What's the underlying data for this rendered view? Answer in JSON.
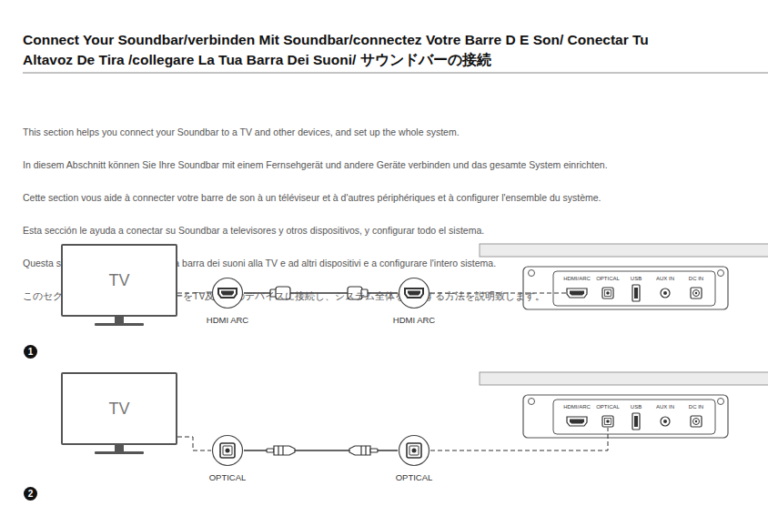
{
  "diagram": {
    "title": "Connect Your Soundbar/verbinden Mit Soundbar/connectez Votre Barre D E Son/ Conectar Tu Altavoz De Tira /collegare La Tua Barra Dei Suoni/ サウンドバーの接続",
    "nodes": [
      {
        "text": [
          "TV"
        ]
      },
      {
        "text": [
          "HDMI ARC"
        ]
      },
      {
        "text": [
          "HDMI ARC"
        ]
      },
      {
        "text": [
          "HDMI/ARC"
        ]
      },
      {
        "text": [
          "OPTICAL"
        ]
      },
      {
        "text": [
          "USB"
        ]
      },
      {
        "text": [
          "AUX IN"
        ]
      },
      {
        "text": [
          "DC IN"
        ]
      },
      {
        "text": [
          "TV"
        ]
      },
      {
        "text": [
          "OPTICAL"
        ]
      },
      {
        "text": [
          "OPTICAL"
        ]
      },
      {
        "text": [
          "HDMI/ARC"
        ]
      },
      {
        "text": [
          "OPTICAL"
        ]
      },
      {
        "text": [
          "USB"
        ]
      },
      {
        "text": [
          "AUX IN"
        ]
      },
      {
        "text": [
          "DC IN"
        ]
      }
    ],
    "edges": [
      {
        "from": 0,
        "to": 1,
        "arrow": "none"
      },
      {
        "from": 1,
        "to": 2,
        "arrow": "none"
      },
      {
        "from": 2,
        "to": 3,
        "arrow": "none"
      },
      {
        "from": 8,
        "to": 9,
        "arrow": "none"
      },
      {
        "from": 9,
        "to": 10,
        "arrow": "none"
      },
      {
        "from": 10,
        "to": 12,
        "arrow": "none"
      }
    ],
    "labels": [
      "This section helps you connect your Soundbar to a TV and other devices, and set up the whole system.",
      "In diesem Abschnitt können Sie Ihre Soundbar mit einem Fernsehgerät und andere Geräte verbinden und das gesamte System einrichten.",
      "Cette section vous aide à connecter votre barre de son à un téléviseur et à d'autres périphériques et à configurer l'ensemble du système.",
      "Esta sección le ayuda a conectar su Soundbar a televisores y otros dispositivos, y configurar todo el sistema.",
      "Questa sezione ti aiuta a collegare la barra dei suoni alla TV e ad altri dispositivi e a configurare l'intero sistema.",
      "このセクションでは、サウンドバーをTV及び他のデバイスに接続し、システム全体を設定する方法を説明致します。",
      "1",
      "2"
    ]
  }
}
